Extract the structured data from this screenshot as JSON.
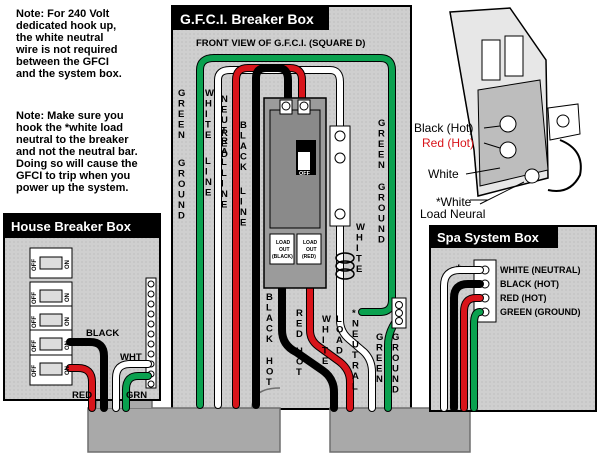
{
  "notes": {
    "note1": "Note: For 240 Volt\ndedicated hook up,\nthe white neutral\nwire is not required\nbetween the GFCI\nand the system box.",
    "note2": "Note: Make sure you\nhook the *white load\nneutral to the breaker\nand not the neutral bar.\nDoing so will cause the\nGFCI to trip when you\npower up the system."
  },
  "gfci_box": {
    "title": "G.F.C.I. Breaker Box",
    "front_view": "FRONT VIEW OF G.F.C.I. (SQUARE D)",
    "labels_vertical": {
      "green_ground_left": "GREEN GROUND",
      "white_line_neutral": "WHITE LINE NEUTRAL",
      "red_line_hot": "RED LINE HOT",
      "black_line_hot": "BLACK LINE HOT",
      "green_ground_right": "GREEN GROUND",
      "white_right": "WHITE",
      "black_hot_bottom": "BLACK HOT",
      "red_hot_bottom": "RED HOT",
      "white_load": "WHITE LOAD",
      "neutral": "*NEUTRAL",
      "green_ground_bottom": "GREEN GROUND"
    },
    "breaker": {
      "off": "OFF",
      "load_out_black": "LOAD\nOUT\n(BLACK)",
      "load_out_red": "LOAD\nOUT\n(RED)"
    }
  },
  "house_box": {
    "title": "House Breaker Box",
    "off": "OFF",
    "on": "ON",
    "black": "BLACK",
    "red": "RED",
    "wht": "WHT",
    "grn": "GRN"
  },
  "photo_callouts": {
    "black_hot": "Black (Hot)",
    "red_hot": "Red (Hot)",
    "white": "White",
    "white_load_neutral": "*White\nLoad Neural"
  },
  "spa_box": {
    "title": "Spa System Box",
    "asterisk": "*",
    "terminals": [
      "WHITE (NEUTRAL)",
      "BLACK (HOT)",
      "RED (HOT)",
      "GREEN (GROUND)"
    ]
  },
  "colors": {
    "panel_bg": "#cfcfcf",
    "conduit": "#a9a9a9",
    "black_wire": "#000000",
    "red_wire": "#d8141a",
    "green_wire": "#0aa14f",
    "white_wire": "#ffffff",
    "title_bg": "#000000",
    "red_text": "#d8141a"
  }
}
